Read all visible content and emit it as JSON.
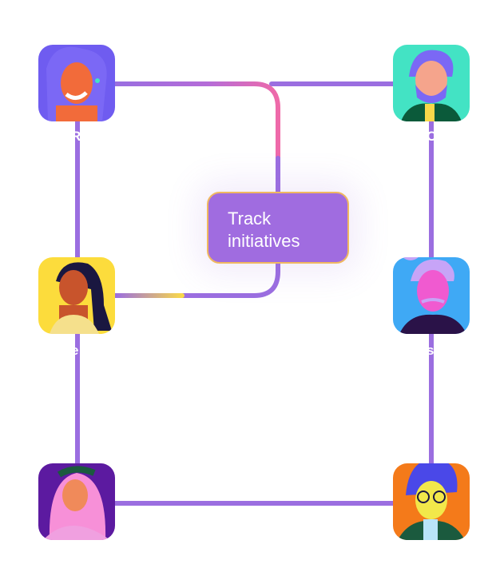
{
  "diagram": {
    "center_label": "Track initiatives"
  },
  "people": [
    {
      "id": "p1",
      "name": "R",
      "bg": "#6f5cf0",
      "skin": "#f26b3a",
      "hair": "#7b68f5",
      "shirt": "#f26b3a"
    },
    {
      "id": "p2",
      "name": "C",
      "bg": "#43e3c4",
      "skin": "#f5a48c",
      "hair": "#7b68f5",
      "shirt": "#0b5a3a"
    },
    {
      "id": "p3",
      "name": "e",
      "bg": "#fcdc3c",
      "skin": "#c8542c",
      "hair": "#1a1740",
      "shirt": "#fcdc3c"
    },
    {
      "id": "p4",
      "name": "s",
      "bg": "#3fa9f5",
      "skin": "#f05ad0",
      "hair": "#c7a4f7",
      "shirt": "#2a1248"
    },
    {
      "id": "p5",
      "name": "",
      "bg": "#5c1aa0",
      "skin": "#f08a5a",
      "hair": "#f7a0d8",
      "shirt": "#f790d8"
    },
    {
      "id": "p6",
      "name": "",
      "bg": "#f47a1a",
      "skin": "#f2e84a",
      "hair": "#4a48e8",
      "shirt": "#1b5a3e"
    }
  ],
  "colors": {
    "line": "#9b6ee0",
    "accent_pink": "#f06aa8",
    "accent_yellow": "#f8d84a",
    "node_fill": "#a06ce0",
    "node_border": "#f0b860"
  }
}
